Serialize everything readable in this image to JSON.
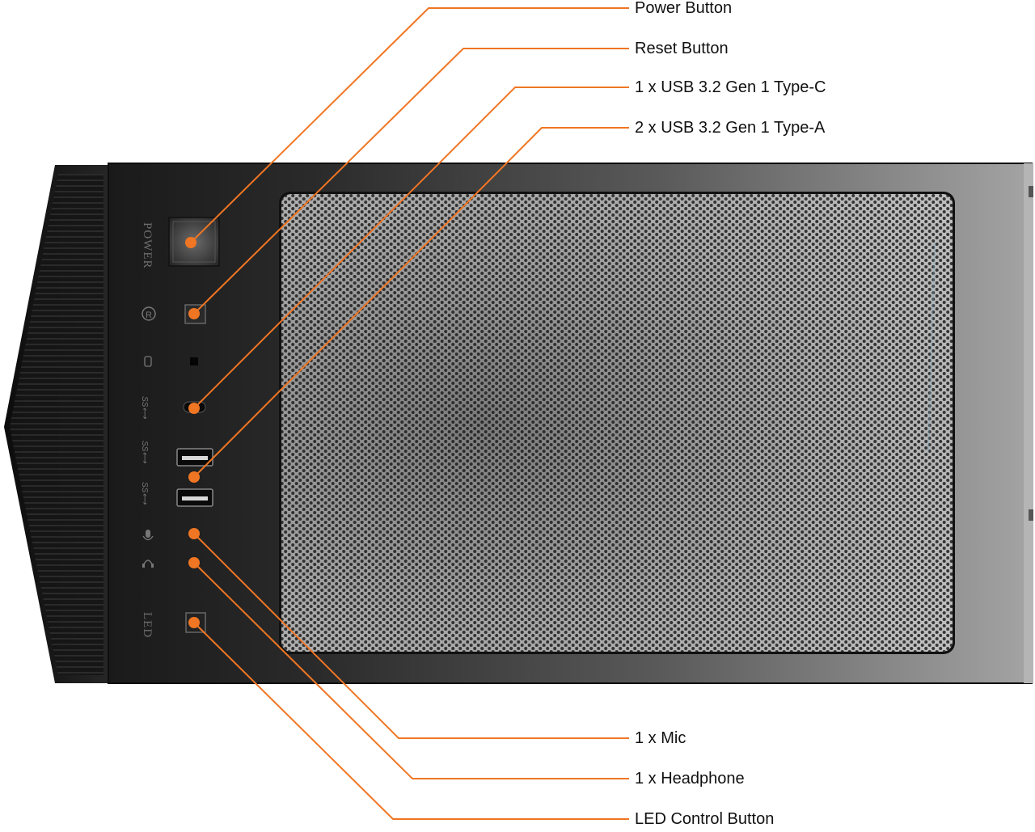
{
  "product": {
    "panel_labels": {
      "power": "POWER",
      "led": "LED"
    }
  },
  "callouts": [
    {
      "id": "power-button",
      "label": "Power Button"
    },
    {
      "id": "reset-button",
      "label": "Reset Button"
    },
    {
      "id": "usb-c",
      "label": "1 x USB 3.2 Gen 1 Type-C"
    },
    {
      "id": "usb-a",
      "label": "2 x USB 3.2 Gen 1 Type-A"
    },
    {
      "id": "mic",
      "label": "1 x Mic"
    },
    {
      "id": "headphone",
      "label": "1 x Headphone"
    },
    {
      "id": "led-button",
      "label": "LED Control Button"
    }
  ],
  "colors": {
    "accent": "#f07623",
    "case_dark": "#1c1c1c",
    "case_light": "#9a9a9a",
    "mesh_hole": "#1e1e1e"
  }
}
